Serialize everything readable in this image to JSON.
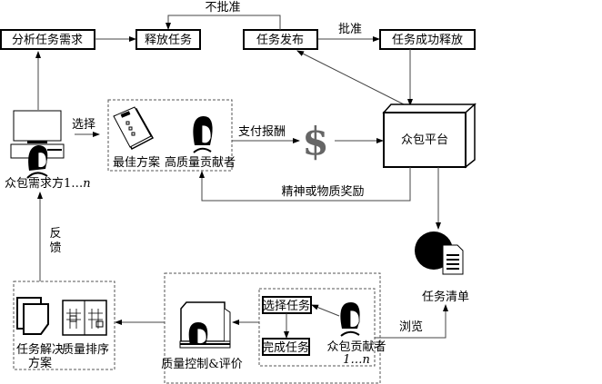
{
  "nodes": {
    "analyze": "分析任务需求",
    "release": "释放任务",
    "publish": "任务发布",
    "success": "任务成功释放",
    "platform": "众包平台",
    "requester": "众包需求方1…",
    "requester_n": "n",
    "best_solution": "最佳方案",
    "top_contributor": "高质量贡献者",
    "task_list": "任务清单",
    "select_task": "选择任务",
    "complete_task": "完成任务",
    "contributor": "众包贡献者",
    "contributor_n": "1…n",
    "quality_control": "质量控制&评价",
    "solution_line1": "任务解决",
    "solution_line2": "方案",
    "quality_rank": "质量排序"
  },
  "edges": {
    "reject": "不批准",
    "approve": "批准",
    "choose": "选择",
    "pay": "支付报酬",
    "reward": "精神或物质奖励",
    "feedback_1": "反",
    "feedback_2": "馈",
    "browse": "浏览"
  }
}
